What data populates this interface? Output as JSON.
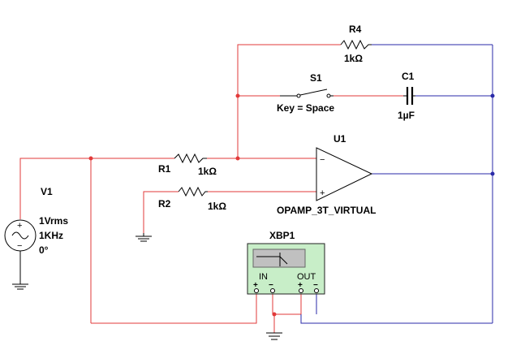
{
  "labels": {
    "r4_ref": "R4",
    "r4_val": "1kΩ",
    "s1_ref": "S1",
    "s1_key": "Key = Space",
    "c1_ref": "C1",
    "c1_val": "1µF",
    "u1_ref": "U1",
    "u1_model": "OPAMP_3T_VIRTUAL",
    "r1_ref": "R1",
    "r1_val": "1kΩ",
    "r2_ref": "R2",
    "r2_val": "1kΩ",
    "v1_ref": "V1",
    "v1_amp": "1Vrms",
    "v1_freq": "1KHz",
    "v1_phase": "0°",
    "xbp1_ref": "XBP1",
    "xbp1_in": "IN",
    "xbp1_out": "OUT",
    "opamp_minus": "−",
    "opamp_plus": "+",
    "src_plus": "+",
    "src_minus": "−",
    "in_plus": "+",
    "in_minus": "−",
    "out_plus": "+",
    "out_minus": "−"
  },
  "colors": {
    "wire_net1": "#e23a3a",
    "wire_net2": "#2a2aa8",
    "instrument_body": "#c8eec8"
  }
}
